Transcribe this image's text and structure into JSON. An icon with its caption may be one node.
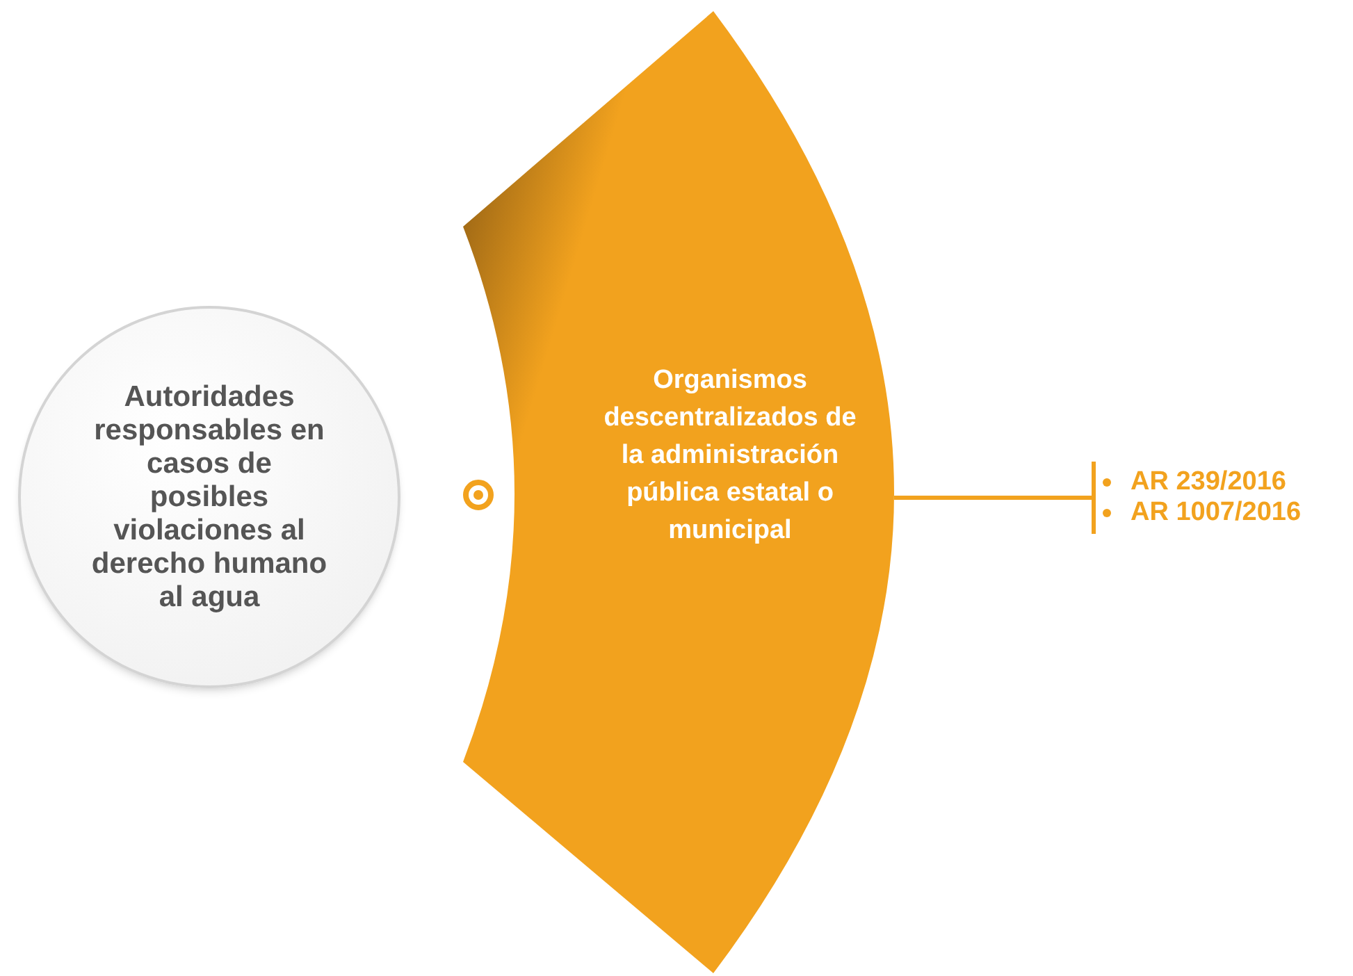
{
  "diagram": {
    "nodes": [
      {
        "text": [
          "Autoridades responsables en casos de posibles violaciones al derecho humano al agua"
        ]
      },
      {
        "text": [
          "Organismos descentralizados de la administración pública estatal o municipal"
        ]
      },
      {
        "text": [
          "AR 239/2016",
          "AR 1007/2016"
        ]
      }
    ],
    "edges": [
      {
        "from": 1,
        "to": 2,
        "arrow": "other"
      }
    ]
  }
}
